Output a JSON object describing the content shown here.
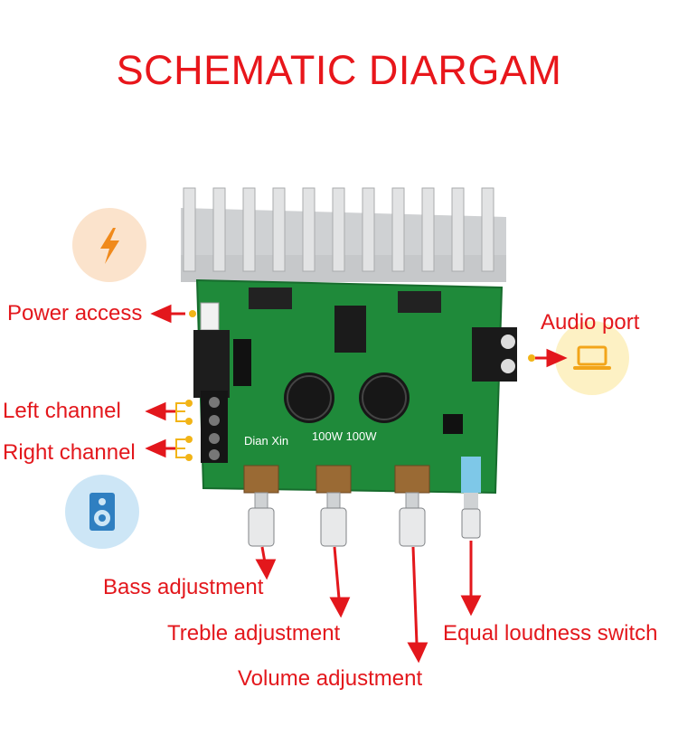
{
  "title": "SCHEMATIC DIARGAM",
  "labels": {
    "power": "Power access",
    "audio": "Audio port",
    "left": "Left channel",
    "right": "Right channel",
    "bass": "Bass adjustment",
    "treble": "Treble adjustment",
    "volume": "Volume adjustment",
    "loudness": "Equal loudness switch"
  },
  "board_text": {
    "brand": "Dian Xin",
    "model": "100W 100W"
  },
  "icons": {
    "power": "lightning-icon",
    "audio": "laptop-icon",
    "speaker": "speaker-icon"
  },
  "colors": {
    "accent": "#e3171c",
    "board": "#1f8a3a",
    "heatsink": "#d9d9d9",
    "connector": "#f2b417"
  }
}
